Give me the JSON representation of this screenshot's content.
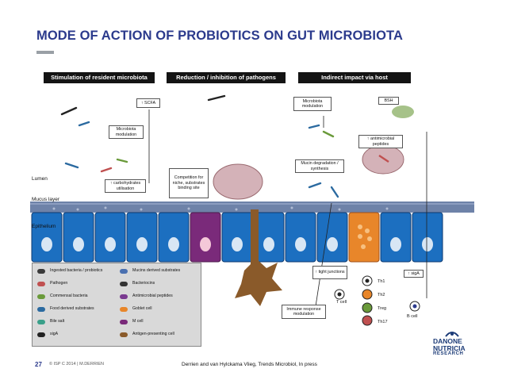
{
  "title": "MODE OF ACTION OF PROBIOTICS ON GUT MICROBIOTA",
  "headers": {
    "col1": "Stimulation of resident microbiota",
    "col2": "Reduction / inhibition of pathogens",
    "col3": "Indirect impact via host"
  },
  "boxes": {
    "scfa": "↑ SCFA",
    "microbiota_mod1": "Microbiota modulation",
    "carbs": "↑ carbohydrates utilisation",
    "competition": "Competition for niche, substrates binding site",
    "microbiota_mod2": "Microbiota modulation",
    "bsh": "BSH",
    "amp": "↑ antimicrobial peptides",
    "mucin": "Mucin degradation / synthesis",
    "tight": "↑ tight junctions",
    "sigA": "↑ sigA",
    "immune": "Immune response modulation"
  },
  "labels": {
    "lumen": "Lumen",
    "mucus": "Mucus layer",
    "epithelium": "Epithelium",
    "tcell": "T cell",
    "bcell": "B cell",
    "th1": "Th1",
    "th2": "Th2",
    "treg": "Treg",
    "th17": "Th17"
  },
  "legend": [
    {
      "text": "Ingested bacteria / probiotics",
      "color": "#3a3a3a"
    },
    {
      "text": "Pathogen",
      "color": "#c05050"
    },
    {
      "text": "Commensal bacteria",
      "color": "#6a9a3a"
    },
    {
      "text": "Food derived substrates",
      "color": "#2b6aa0"
    },
    {
      "text": "Bile salt",
      "color": "#3aa08a"
    },
    {
      "text": "sigA",
      "color": "#222222"
    },
    {
      "text": "Mucins derived substrates",
      "color": "#4a70b0"
    },
    {
      "text": "Bacteriocins",
      "color": "#333333"
    },
    {
      "text": "Antimicrobial peptides",
      "color": "#7a3a90"
    },
    {
      "text": "Goblet cell",
      "color": "#e8862a"
    },
    {
      "text": "M cell",
      "color": "#7a2a7a"
    },
    {
      "text": "Antigen-presenting cell",
      "color": "#8a5a2a"
    }
  ],
  "footer": {
    "page": "27",
    "meta": "© ISP C 2014 | M.DERRIEN",
    "citation": "Derrien and van Hylckama Vlieg, Trends Microbiol, In press"
  },
  "logo": {
    "line1": "DANONE",
    "line2": "NUTRICIA",
    "line3": "RESEARCH"
  },
  "colors": {
    "title": "#2b3a8c",
    "epithelium": "#1c6fc0",
    "mucus": "#5a6f90",
    "goblet": "#e8862a",
    "mcell": "#7a2a7a"
  }
}
